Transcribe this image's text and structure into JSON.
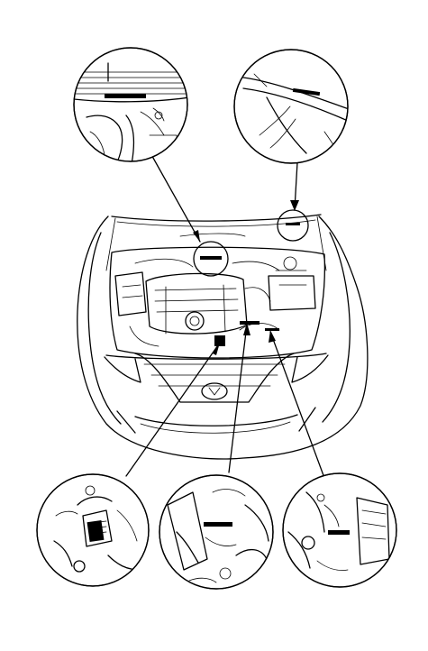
{
  "diagram": {
    "callouts": [
      {
        "id": "top-left"
      },
      {
        "id": "top-right"
      },
      {
        "id": "bottom-left"
      },
      {
        "id": "bottom-center"
      },
      {
        "id": "bottom-right"
      }
    ]
  }
}
